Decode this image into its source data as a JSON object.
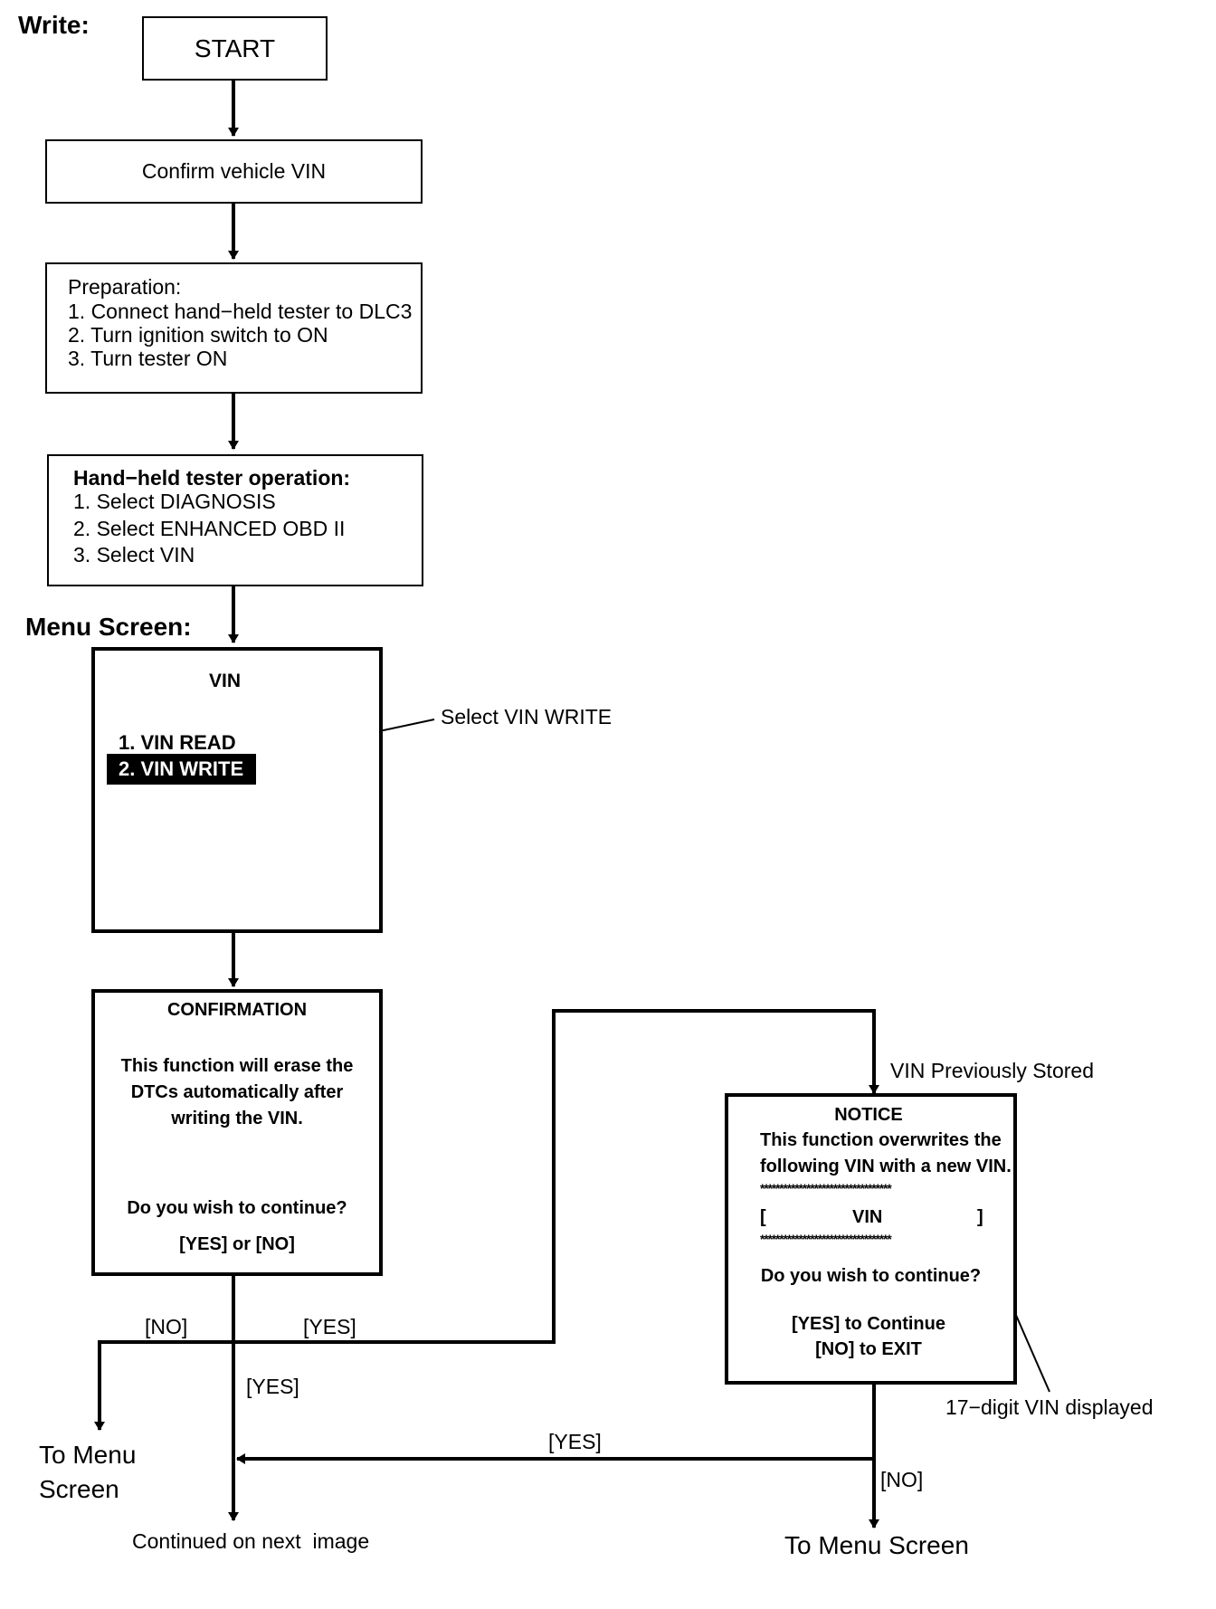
{
  "headings": {
    "write": "Write:",
    "menu_screen": "Menu Screen:"
  },
  "steps": {
    "start": "START",
    "confirm": "Confirm vehicle VIN",
    "preparation": {
      "title": "Preparation:",
      "items": [
        "1. Connect hand−held tester to DLC3",
        "2. Turn ignition switch to ON",
        "3. Turn tester ON"
      ]
    },
    "tester_operation": {
      "title": "Hand−held tester operation:",
      "items": [
        "1. Select DIAGNOSIS",
        "2. Select ENHANCED OBD II",
        "3. Select VIN"
      ]
    }
  },
  "menu_screen": {
    "title": "VIN",
    "items": [
      "1. VIN READ",
      "2. VIN WRITE"
    ],
    "selected_index": 1,
    "callout": "Select VIN WRITE"
  },
  "confirmation_screen": {
    "title": "CONFIRMATION",
    "message": [
      "This function will erase the",
      "DTCs automatically after",
      "writing the VIN."
    ],
    "question": "Do you wish to continue?",
    "options": "[YES] or [NO]"
  },
  "notice_screen": {
    "condition": "VIN Previously Stored",
    "title": "NOTICE",
    "message": [
      "This function overwrites the",
      "following VIN with a new VIN."
    ],
    "stars": "**********************************",
    "vin_open": "[",
    "vin_label": "VIN",
    "vin_close": "]",
    "question": "Do you wish to continue?",
    "option_yes": "[YES] to Continue",
    "option_no": "[NO] to EXIT",
    "callout": "17−digit VIN displayed"
  },
  "branch_labels": {
    "no_left": "[NO]",
    "yes_right": "[YES]",
    "yes_down": "[YES]",
    "yes_return": "[YES]",
    "no_notice": "[NO]"
  },
  "endpoints": {
    "to_menu_left_line1": "To Menu",
    "to_menu_left_line2": "Screen",
    "continued": "Continued on next  image",
    "to_menu_right": "To Menu Screen"
  }
}
